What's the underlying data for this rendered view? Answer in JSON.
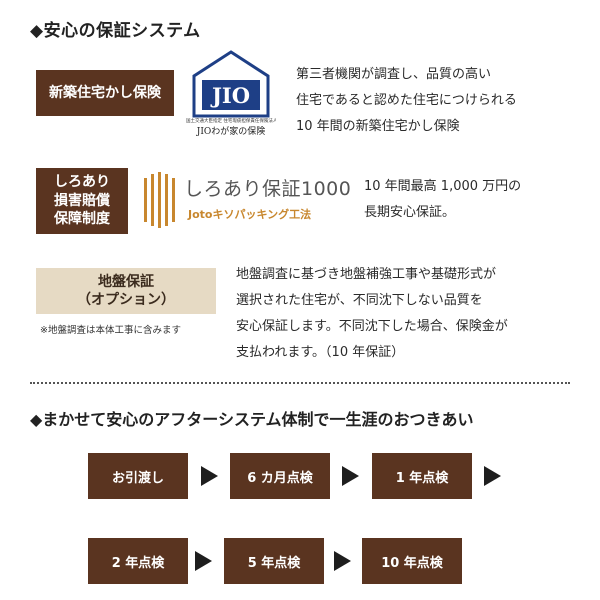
{
  "section1": {
    "title": "◆安心の保証システム",
    "jio": {
      "label": "新築住宅かし保険",
      "logo_text": "JIO",
      "logo_small": "国土交通大臣指定 住宅瑕疵担保責任保険法人",
      "logo_caption": "JIOわが家の保険",
      "desc": [
        "第三者機関が調査し、品質の高い",
        "住宅であると認めた住宅につけられる",
        "10 年間の新築住宅かし保険"
      ]
    },
    "shiroari": {
      "label": [
        "しろあり",
        "損害賠償",
        "保障制度"
      ],
      "logo_title": "しろあり保証1000",
      "logo_sub": "Jotoキソパッキング工法",
      "desc": [
        "10 年間最高 1,000 万円の",
        "長期安心保証。"
      ]
    },
    "jiban": {
      "label": [
        "地盤保証",
        "（オプション）"
      ],
      "note": "※地盤調査は本体工事に含みます",
      "desc": [
        "地盤調査に基づき地盤補強工事や基礎形式が",
        "選択された住宅が、不同沈下しない品質を",
        "安心保証します。不同沈下した場合、保険金が",
        "支払われます。（10 年保証）"
      ]
    }
  },
  "section2": {
    "title": "◆まかせて安心のアフターシステム体制で一生涯のおつきあい",
    "steps": [
      "お引渡し",
      "6 カ月点検",
      "1 年点検",
      "2 年点検",
      "5 年点検",
      "10 年点検"
    ]
  },
  "colors": {
    "brown": "#5a3420",
    "beige": "#e6dac4",
    "jio_blue": "#1e3f86",
    "shiroari_orange": "#c8872e"
  }
}
